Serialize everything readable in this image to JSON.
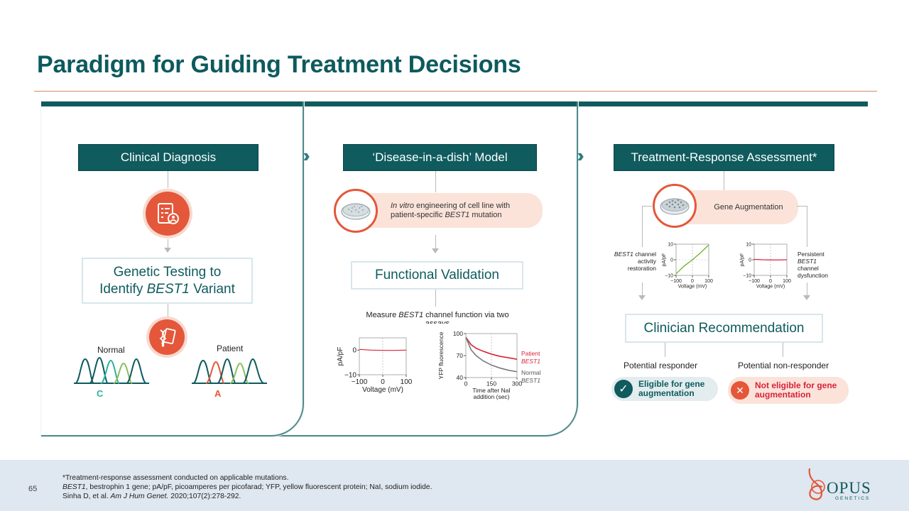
{
  "title": "Paradigm for Guiding Treatment Decisions",
  "panel1": {
    "header": "Clinical Diagnosis",
    "testing_line1": "Genetic Testing to",
    "testing_line2_pre": "Identify ",
    "testing_gene": "BEST1",
    "testing_line2_post": " Variant",
    "normal_label": "Normal",
    "patient_label": "Patient",
    "normal_base": "C",
    "patient_base": "A"
  },
  "panel2": {
    "header": "‘Disease-in-a-dish’ Model",
    "invitro_em": "In vitro",
    "invitro_rest": " engineering of cell line with",
    "invitro_line2_pre": "patient-specific ",
    "invitro_gene": "BEST1",
    "invitro_line2_post": " mutation",
    "functional": "Functional Validation",
    "measure_pre": "Measure ",
    "measure_gene": "BEST1",
    "measure_post": " channel function via two",
    "measure_line2": "assays"
  },
  "panel3": {
    "header": "Treatment-Response Assessment*",
    "gene_aug": "Gene Augmentation",
    "left_note_gene": "BEST1",
    "left_note_1": " channel",
    "left_note_2": "activity",
    "left_note_3": "restoration",
    "right_note_1": "Persistent",
    "right_note_gene": "BEST1",
    "right_note_2": "channel",
    "right_note_3": "dysfunction",
    "clinician": "Clinician Recommendation",
    "responder": "Potential responder",
    "nonresponder": "Potential non-responder",
    "eligible_1": "Eligible for gene",
    "eligible_2": "augmentation",
    "noteligible_1": "Not eligible for gene",
    "noteligible_2": "augmentation"
  },
  "chart_data": [
    {
      "type": "line",
      "id": "patch-clamp-patient",
      "xlabel": "Voltage (mV)",
      "ylabel": "pA/pF",
      "x_ticks": [
        "−100",
        "0",
        "100"
      ],
      "y_ticks": [
        "0",
        "−10"
      ],
      "xlim": [
        -100,
        100
      ],
      "ylim": [
        -10,
        5
      ],
      "series": [
        {
          "x": [
            -100,
            -50,
            0,
            50,
            100
          ],
          "y": [
            0.3,
            0,
            -0.1,
            -0.1,
            0
          ]
        }
      ]
    },
    {
      "type": "line",
      "id": "yfp-quench",
      "xlabel_line1": "Time after NaI",
      "xlabel_line2": "addition (sec)",
      "ylabel": "YFP fluorescence",
      "x_ticks": [
        "0",
        "150",
        "300"
      ],
      "y_ticks": [
        "100",
        "70",
        "40"
      ],
      "xlim": [
        0,
        300
      ],
      "ylim": [
        40,
        100
      ],
      "series": [
        {
          "name": "Patient BEST1",
          "label_1": "Patient",
          "label_2": "BEST1",
          "color": "#d9223a",
          "x": [
            0,
            30,
            60,
            100,
            150,
            200,
            250,
            300
          ],
          "y": [
            95,
            85,
            80,
            76,
            72,
            69,
            67,
            65
          ]
        },
        {
          "name": "Normal BEST1",
          "label_1": "Normal",
          "label_2": "BEST1",
          "color": "#7a7a7a",
          "x": [
            0,
            30,
            60,
            100,
            150,
            200,
            250,
            300
          ],
          "y": [
            95,
            78,
            70,
            63,
            57,
            53,
            50,
            48
          ]
        }
      ]
    },
    {
      "type": "line",
      "id": "response-restored",
      "xlabel": "Voltage (mV)",
      "ylabel": "pA/pF",
      "x_ticks": [
        "−100",
        "0",
        "100"
      ],
      "y_ticks": [
        "10",
        "0",
        "−10"
      ],
      "xlim": [
        -100,
        100
      ],
      "ylim": [
        -10,
        10
      ],
      "series": [
        {
          "color": "#6ab42d",
          "x": [
            -100,
            -50,
            0,
            50,
            100
          ],
          "y": [
            -9,
            -4,
            0,
            4.5,
            9.5
          ]
        }
      ]
    },
    {
      "type": "line",
      "id": "response-persistent",
      "xlabel": "Voltage (mV)",
      "ylabel": "pA/pF",
      "x_ticks": [
        "−100",
        "0",
        "100"
      ],
      "y_ticks": [
        "10",
        "0",
        "−10"
      ],
      "xlim": [
        -100,
        100
      ],
      "ylim": [
        -10,
        10
      ],
      "series": [
        {
          "color": "#d9223a",
          "x": [
            -100,
            -50,
            0,
            50,
            100
          ],
          "y": [
            0.3,
            0,
            -0.1,
            -0.1,
            0
          ]
        }
      ]
    }
  ],
  "footer": {
    "page_number": "65",
    "note1": "*Treatment-response assessment conducted on applicable mutations.",
    "note2_gene": "BEST1",
    "note2_rest": ", bestrophin 1 gene; pA/pF, picoamperes per picofarad; YFP, yellow fluorescent protein; NaI, sodium iodide.",
    "note3_pre": "Sinha D, et al. ",
    "note3_journal": "Am J Hum Genet.",
    "note3_post": " 2020;107(2):278-292.",
    "logo": "OPUS",
    "logo_sub": "GENETICS"
  }
}
